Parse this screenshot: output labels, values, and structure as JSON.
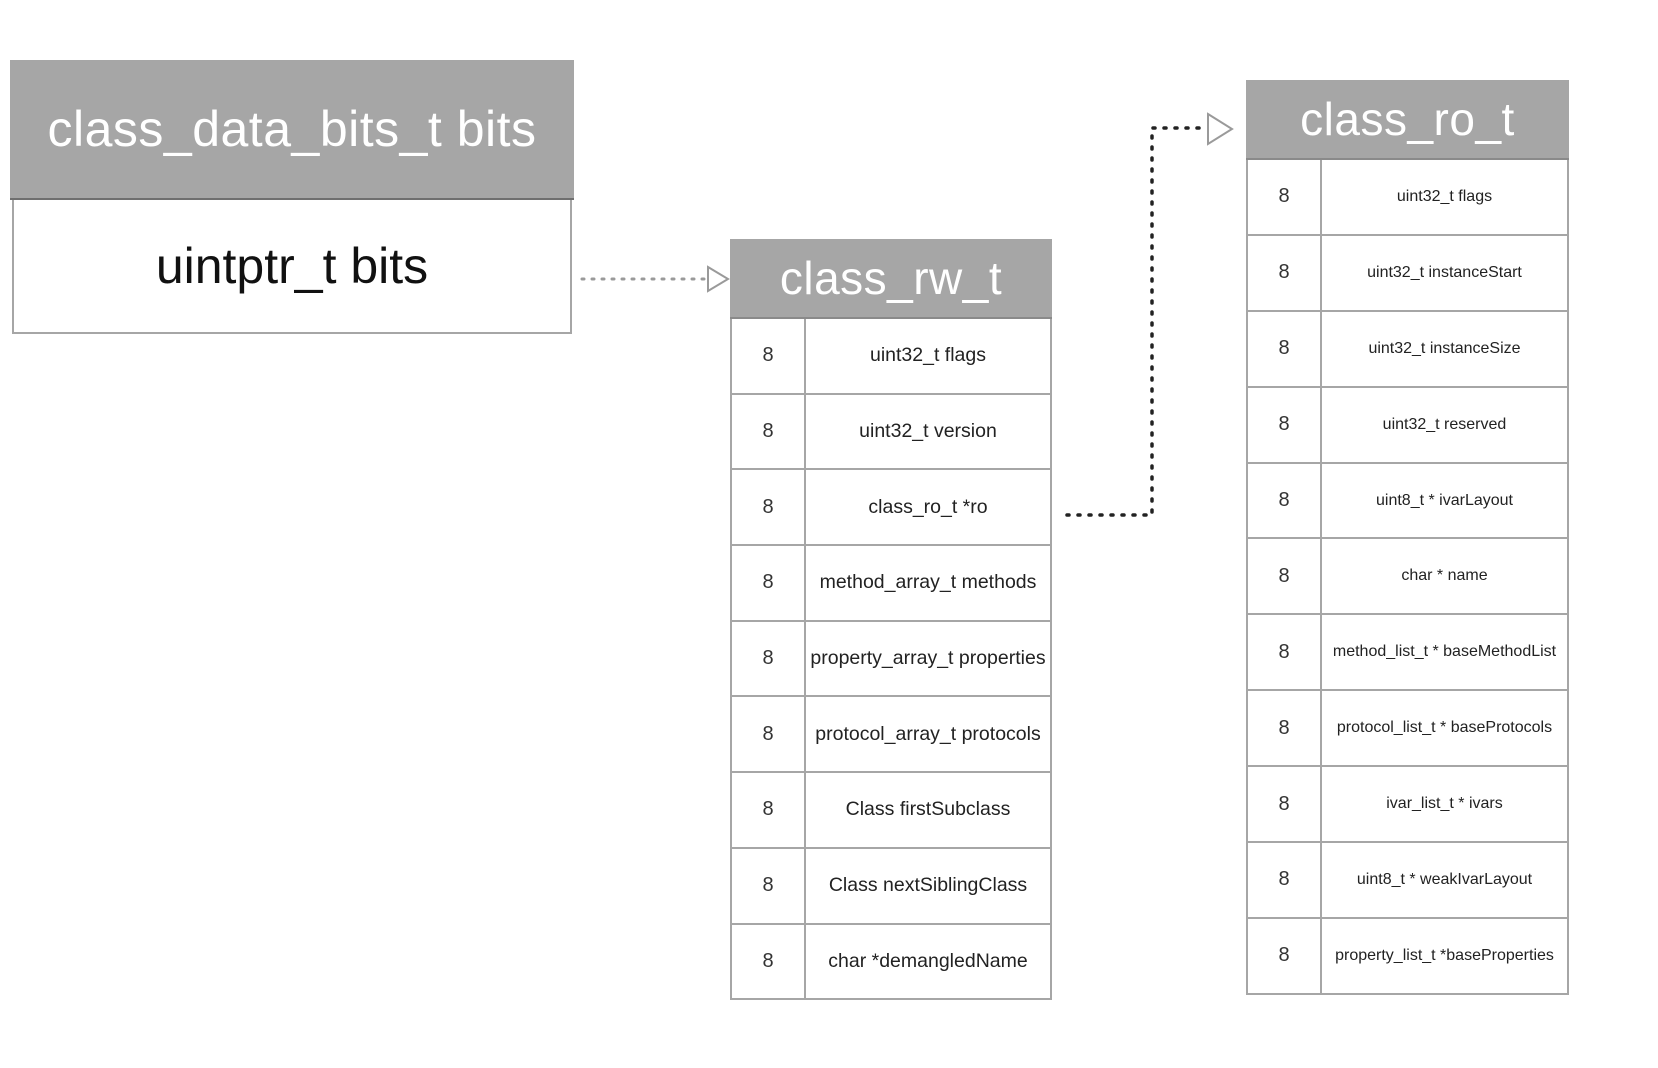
{
  "bits_box": {
    "header": "class_data_bits_t bits",
    "body": "uintptr_t bits"
  },
  "class_rw_t": {
    "title": "class_rw_t",
    "rows": [
      {
        "size": "8",
        "field": "uint32_t flags"
      },
      {
        "size": "8",
        "field": "uint32_t version"
      },
      {
        "size": "8",
        "field": "class_ro_t *ro"
      },
      {
        "size": "8",
        "field": "method_array_t methods"
      },
      {
        "size": "8",
        "field": "property_array_t properties"
      },
      {
        "size": "8",
        "field": "protocol_array_t protocols"
      },
      {
        "size": "8",
        "field": "Class firstSubclass"
      },
      {
        "size": "8",
        "field": "Class nextSiblingClass"
      },
      {
        "size": "8",
        "field": "char *demangledName"
      }
    ]
  },
  "class_ro_t": {
    "title": "class_ro_t",
    "rows": [
      {
        "size": "8",
        "field": "uint32_t flags"
      },
      {
        "size": "8",
        "field": "uint32_t instanceStart"
      },
      {
        "size": "8",
        "field": "uint32_t instanceSize"
      },
      {
        "size": "8",
        "field": "uint32_t reserved"
      },
      {
        "size": "8",
        "field": "uint8_t * ivarLayout"
      },
      {
        "size": "8",
        "field": "char * name"
      },
      {
        "size": "8",
        "field": "method_list_t * baseMethodList"
      },
      {
        "size": "8",
        "field": "protocol_list_t * baseProtocols"
      },
      {
        "size": "8",
        "field": "ivar_list_t * ivars"
      },
      {
        "size": "8",
        "field": "uint8_t * weakIvarLayout"
      },
      {
        "size": "8",
        "field": "property_list_t *baseProperties"
      }
    ]
  },
  "colors": {
    "header_fill": "#a6a6a6",
    "border": "#a6a6a6",
    "connector_light": "#9a9a9a",
    "connector_dark": "#222222"
  }
}
